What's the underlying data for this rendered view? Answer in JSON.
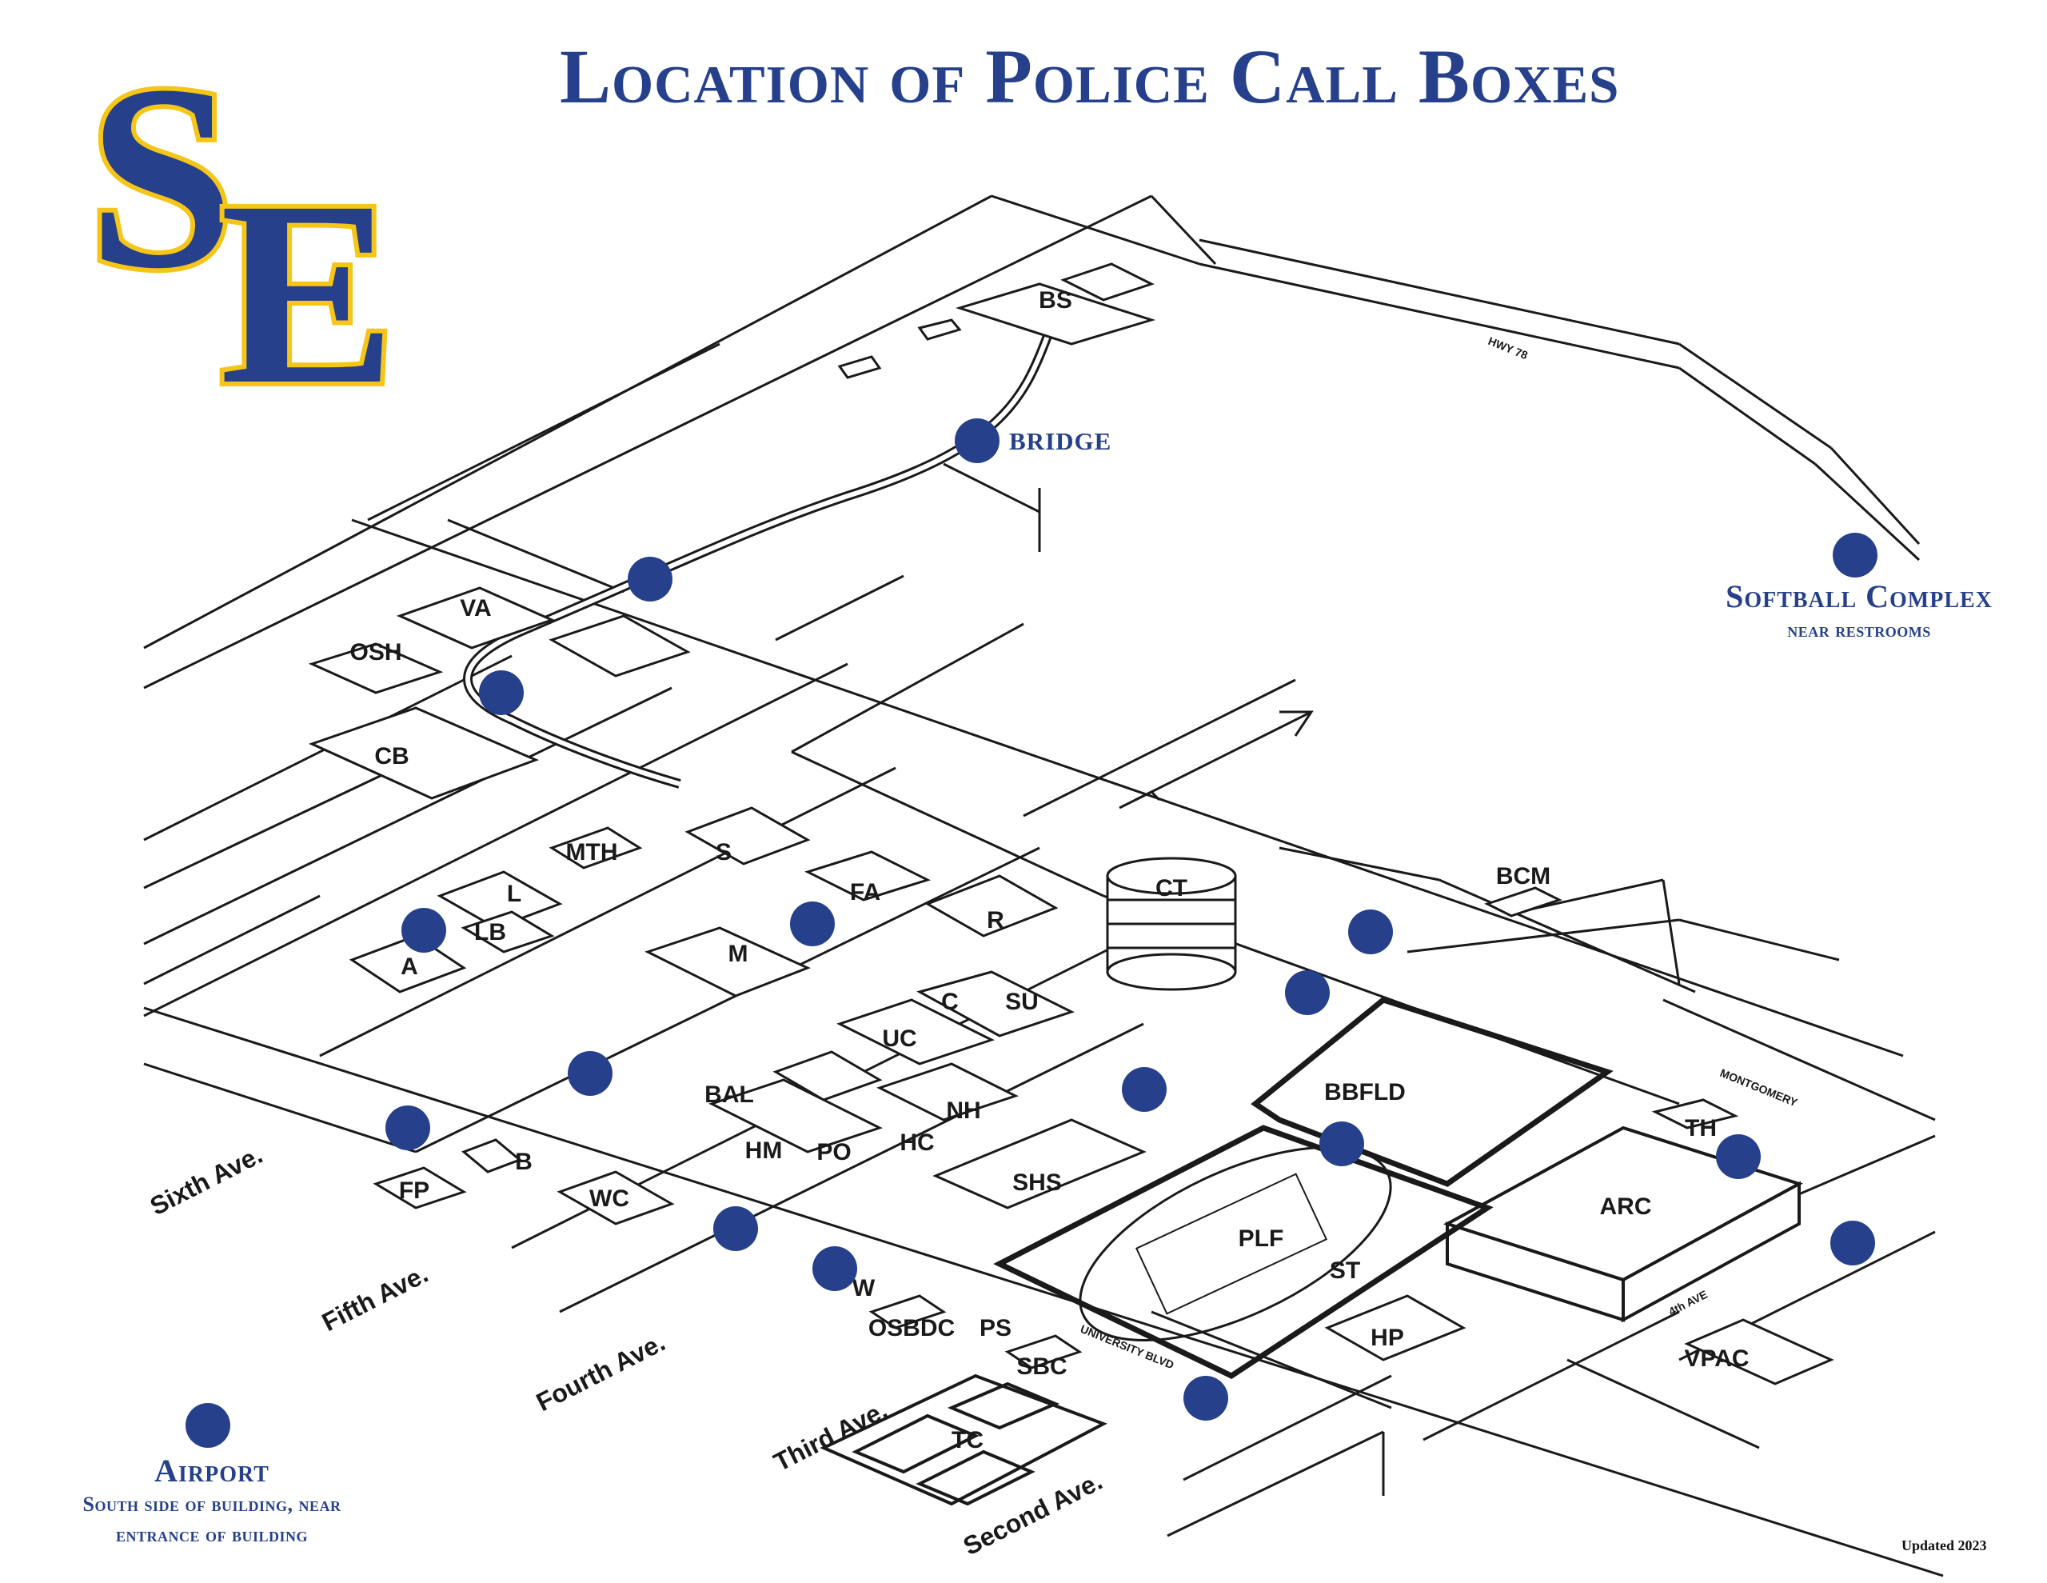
{
  "title": "Location of Police Call Boxes",
  "logo": {
    "text": "SE",
    "fill_color": "#26408b",
    "outline_color": "#f5c518"
  },
  "bridge_label": "BRIDGE",
  "softball": {
    "title": "Softball Complex",
    "note": "near restrooms"
  },
  "airport": {
    "title": "Airport",
    "note_line1": "South side of building, near",
    "note_line2": "entrance of building"
  },
  "updated": "Updated 2023",
  "colors": {
    "call_box": "#26408b",
    "label_text": "#26408b",
    "line": "#1a1a1a"
  },
  "buildings": {
    "bs": "BS",
    "va": "VA",
    "osh": "OSH",
    "cb": "CB",
    "mth": "MTH",
    "s": "S",
    "fa": "FA",
    "r": "R",
    "ct": "CT",
    "bcm": "BCM",
    "l": "L",
    "lb": "LB",
    "a": "A",
    "m": "M",
    "c": "C",
    "su": "SU",
    "uc": "UC",
    "bal": "BAL",
    "nh": "NH",
    "hm": "HM",
    "po": "PO",
    "hc": "HC",
    "b": "B",
    "fp": "FP",
    "wc": "WC",
    "w": "W",
    "osbdc": "OSBDC",
    "ps": "PS",
    "sbc": "SBC",
    "tc": "TC",
    "shs": "SHS",
    "plf": "PLF",
    "st": "ST",
    "hp": "HP",
    "bbfld": "BBFLD",
    "arc": "ARC",
    "th": "TH",
    "vpac": "VPAC"
  },
  "streets": {
    "sixth": "Sixth Ave.",
    "fifth": "Fifth Ave.",
    "fourth": "Fourth Ave.",
    "third": "Third Ave.",
    "second": "Second Ave.",
    "university": "UNIVERSITY BLVD",
    "montgomery": "MONTGOMERY",
    "hwy": "HWY 78",
    "fourth_st": "4th AVE"
  },
  "call_boxes": [
    "bridge",
    "path-north",
    "path-south",
    "softball-complex",
    "lb",
    "fa",
    "bcm",
    "ct-east",
    "quad",
    "sixth-ave",
    "bbfld-sw",
    "bbfld-south",
    "th",
    "east-edge",
    "wc",
    "w",
    "university-blvd",
    "airport"
  ]
}
